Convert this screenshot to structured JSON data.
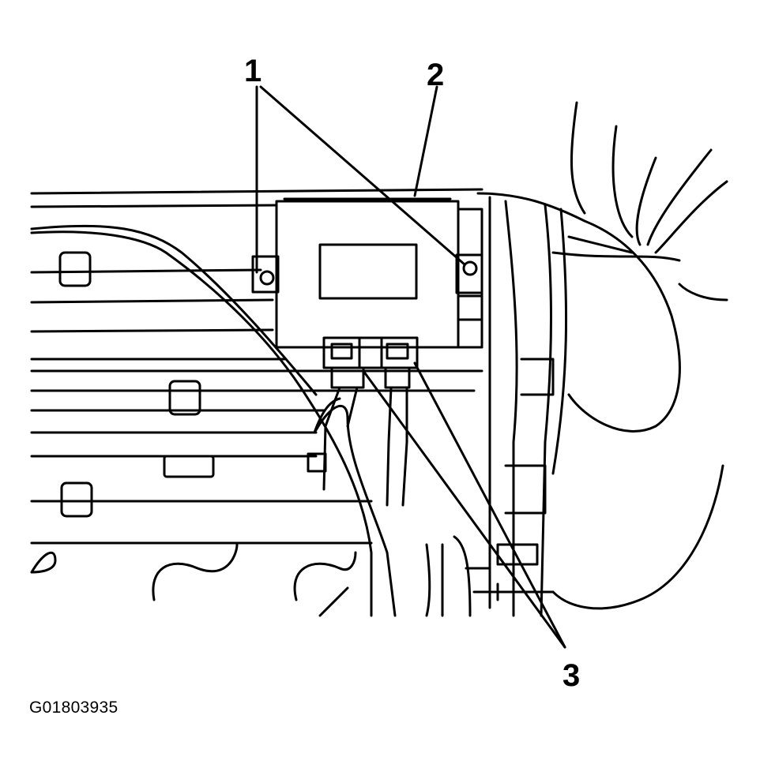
{
  "callouts": {
    "one": "1",
    "two": "2",
    "three": "3"
  },
  "figure_id": "G01803935",
  "colors": {
    "line": "#000000",
    "background": "#ffffff"
  }
}
